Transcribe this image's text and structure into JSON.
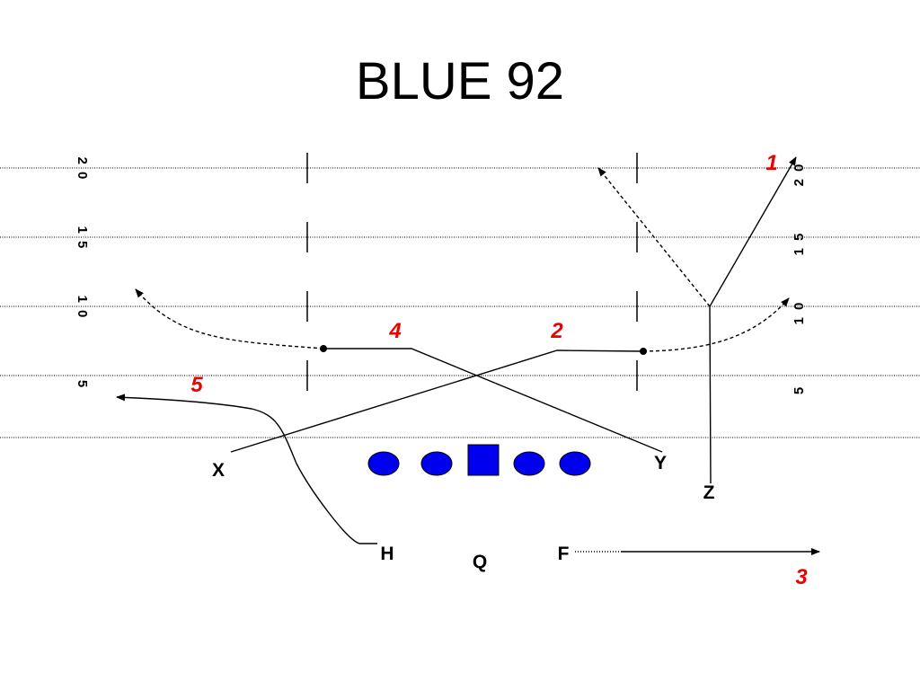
{
  "slide": {
    "title": "BLUE 92"
  },
  "field": {
    "yard_numbers_left": [
      "20",
      "15",
      "10",
      "5"
    ],
    "yard_numbers_right": [
      "20",
      "15",
      "10",
      "5"
    ]
  },
  "players": {
    "X": "X",
    "Y": "Y",
    "Z": "Z",
    "H": "H",
    "Q": "Q",
    "F": "F"
  },
  "reads": {
    "r1": "1",
    "r2": "2",
    "r3": "3",
    "r4": "4",
    "r5": "5"
  },
  "colors": {
    "lineman": "#0000ee",
    "read_number": "#ee0000",
    "route": "#000000"
  }
}
